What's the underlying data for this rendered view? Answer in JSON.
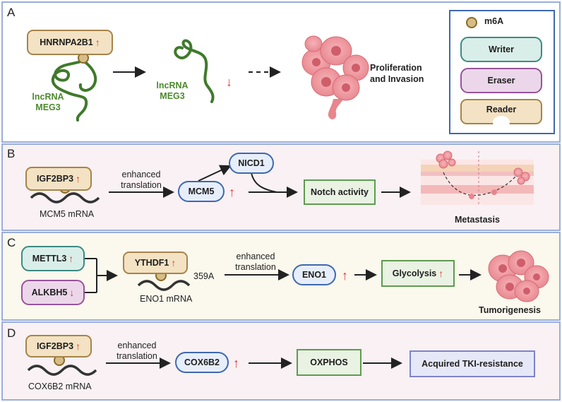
{
  "panelA": {
    "letter": "A",
    "reader": "HNRNPA2B1",
    "lnc1": "lncRNA\nMEG3",
    "lnc2": "lncRNA\nMEG3",
    "outcome": "Proliferation\nand Invasion"
  },
  "legend": {
    "m6a": "m6A",
    "writer": "Writer",
    "eraser": "Eraser",
    "reader": "Reader"
  },
  "panelB": {
    "letter": "B",
    "reader": "IGF2BP3",
    "mrna": "MCM5 mRNA",
    "process": "enhanced\ntranslation",
    "protein": "MCM5",
    "nicd": "NICD1",
    "notch": "Notch activity",
    "outcome": "Metastasis"
  },
  "panelC": {
    "letter": "C",
    "writer": "METTL3",
    "eraser": "ALKBH5",
    "reader": "YTHDF1",
    "site": "359A",
    "mrna": "ENO1 mRNA",
    "process": "enhanced\ntranslation",
    "protein": "ENO1",
    "effect": "Glycolysis",
    "outcome": "Tumorigenesis"
  },
  "panelD": {
    "letter": "D",
    "reader": "IGF2BP3",
    "mrna": "COX6B2 mRNA",
    "process": "enhanced\ntranslation",
    "protein": "COX6B2",
    "effect": "OXPHOS",
    "outcome": "Acquired TKI-resistance"
  },
  "colors": {
    "reader": "#f3e2c3",
    "writer": "#d9eee8",
    "eraser": "#ecd7ea",
    "protein": "#e7eefb",
    "process_box": "#e9f2e3",
    "outcome_box": "#e6e8f8",
    "arrow_up_down": "#e0393b",
    "lncrna": "#3f7a2b",
    "panel_border": "#9aaedb"
  }
}
